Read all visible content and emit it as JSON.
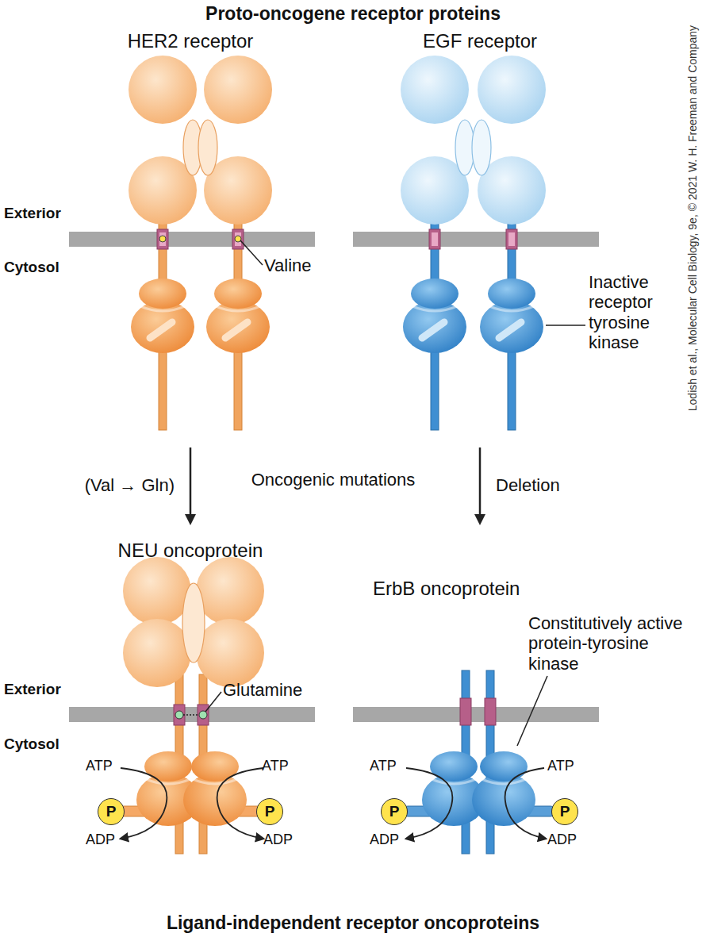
{
  "diagram": {
    "title": "Proto-oncogene receptor proteins",
    "caption": "Ligand-independent receptor oncoproteins",
    "nodes": [
      {
        "text": [
          "HER2 receptor"
        ]
      },
      {
        "text": [
          "EGF receptor"
        ]
      },
      {
        "text": [
          "NEU oncoprotein"
        ]
      },
      {
        "text": [
          "P"
        ],
        "in": 2
      },
      {
        "text": [
          "P"
        ],
        "in": 2
      },
      {
        "text": [
          "ErbB oncoprotein"
        ]
      },
      {
        "text": [
          "P"
        ],
        "in": 5
      },
      {
        "text": [
          "P"
        ],
        "in": 5
      }
    ],
    "edges": [
      {
        "from": 0,
        "to": 2,
        "arrow": "to",
        "label": "(Val → Gln)"
      },
      {
        "from": 1,
        "to": 5,
        "arrow": "to",
        "label": "Deletion"
      }
    ],
    "labels": [
      "Exterior",
      "Cytosol",
      "Valine",
      "Inactive receptor tyrosine kinase",
      "Oncogenic mutations",
      "Exterior",
      "Glutamine",
      "Cytosol",
      "Constitutively active protein-tyrosine kinase",
      "ATP",
      "ATP",
      "ATP",
      "ATP",
      "ADP",
      "ADP",
      "ADP",
      "ADP",
      "Lodish et al., Molecular Cell Biology, 9e, © 2021 W. H. Freeman and Company"
    ]
  }
}
